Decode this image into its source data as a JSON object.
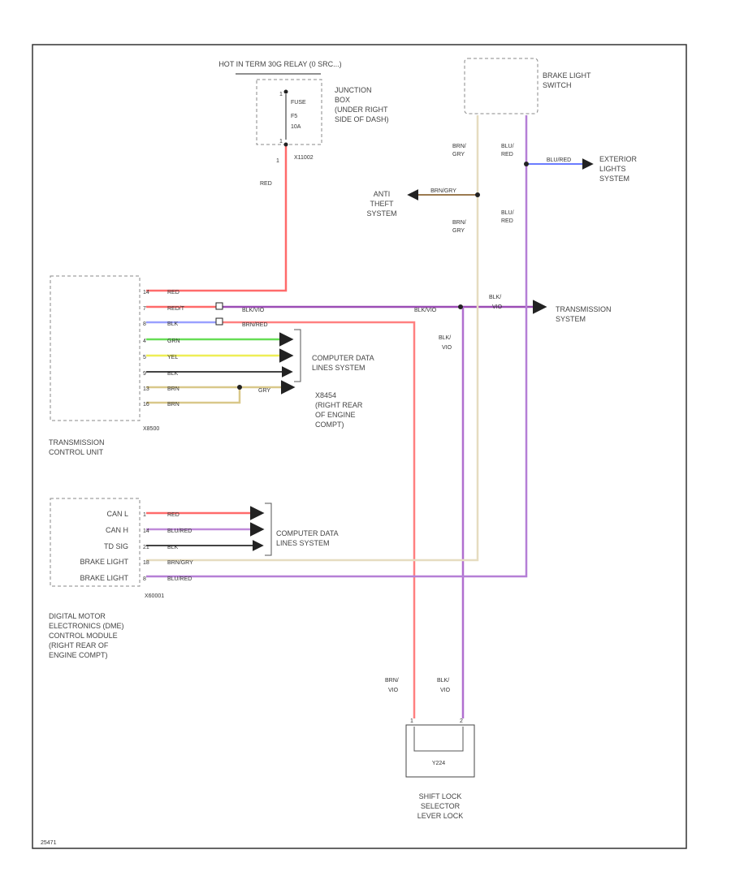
{
  "relay_note": "HOT IN TERM 30G RELAY (0 SRC...)",
  "fuse": {
    "line1": "FUSE",
    "line2": "F5",
    "line3": "10A",
    "top_pin": "1",
    "bottom_pin": "1"
  },
  "junction_box": [
    "JUNCTION",
    "BOX",
    "(UNDER RIGHT",
    "SIDE OF DASH)"
  ],
  "x_conn_top": "X11002",
  "brake_switch": [
    "BRAKE LIGHT",
    "SWITCH"
  ],
  "exterior": [
    "EXTERIOR",
    "LIGHTS",
    "SYSTEM"
  ],
  "anti_theft": [
    "ANTI",
    "THEFT",
    "SYSTEM"
  ],
  "transmission_system": [
    "TRANSMISSION",
    "SYSTEM"
  ],
  "tcu": {
    "title": [
      "TRANSMISSION",
      "CONTROL UNIT"
    ],
    "conn": "X8500",
    "pins": [
      "14",
      "7",
      "8",
      "4",
      "5",
      "9",
      "13",
      "16"
    ]
  },
  "cds1": [
    "COMPUTER DATA",
    "LINES SYSTEM"
  ],
  "splice": [
    "X8454",
    "(RIGHT REAR",
    "OF ENGINE",
    "COMPT)"
  ],
  "dme": {
    "title": [
      "DIGITAL MOTOR",
      "ELECTRONICS (DME)",
      "CONTROL MODULE",
      "(RIGHT REAR OF",
      "ENGINE COMPT)"
    ],
    "conn": "X60001",
    "pins": [
      "1",
      "14",
      "21",
      "18",
      "8"
    ],
    "signals": [
      "CAN L",
      "CAN H",
      "TD SIG",
      "BRAKE LIGHT",
      "BRAKE LIGHT"
    ]
  },
  "cds2": [
    "COMPUTER DATA",
    "LINES SYSTEM"
  ],
  "shift_lock": {
    "title": [
      "SHIFT LOCK",
      "SELECTOR",
      "LEVER LOCK"
    ],
    "conn": "Y224",
    "pins": [
      "1",
      "2"
    ]
  },
  "wires": {
    "red_top": "RED",
    "brn_gry_1": [
      "BRN/",
      "GRY"
    ],
    "brn_gry_2": [
      "BRN/",
      "GRY"
    ],
    "blu_red_1": [
      "BLU/",
      "RED"
    ],
    "blu_red_2": [
      "BLU/",
      "RED"
    ],
    "exterior_wire": "BLU/RED",
    "anti_theft_wire": "BRN/GRY",
    "tcu": [
      "RED",
      "RED/T",
      "BLK",
      "GRN",
      "YEL",
      "BLK",
      "BRN",
      "BRN"
    ],
    "blk_vio_tcu": "BLK/VIO",
    "brn_red_tcu": "BRN/RED",
    "blk_vio_mid": "BLK/VIO",
    "blk_vio_right": [
      "BLK/",
      "VIO"
    ],
    "blk_vio_center": [
      "BLK/",
      "VIO"
    ],
    "splice_wire": "GRY",
    "dme": [
      "RED",
      "BLU/RED",
      "BLK",
      "BRN/GRY",
      "BLU/RED"
    ],
    "brn_vio": [
      "BRN/",
      "VIO"
    ],
    "blk_vio_bottom": [
      "BLK/",
      "VIO"
    ]
  },
  "page_id": "25471"
}
